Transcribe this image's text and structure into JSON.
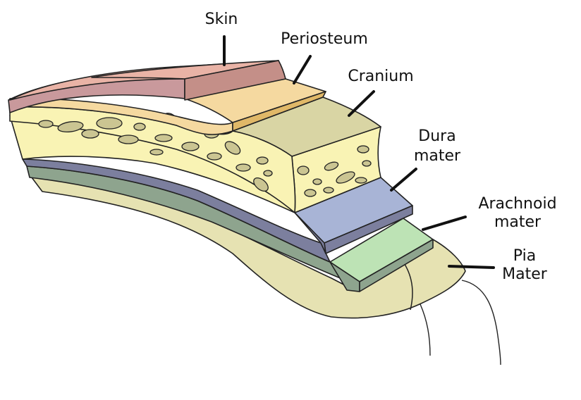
{
  "diagram": {
    "labels": {
      "skin": "Skin",
      "periosteum": "Periosteum",
      "cranium": "Cranium",
      "dura_line1": "Dura",
      "dura_line2": "mater",
      "arachnoid_line1": "Arachnoid",
      "arachnoid_line2": "mater",
      "pia_line1": "Pia",
      "pia_line2": "Mater"
    },
    "colors": {
      "skin_top": "#e9b3a6",
      "skin_side": "#c48f88",
      "skin_back": "#c9999c",
      "periosteum": "#f5d9a0",
      "periosteum_band": "#e0b868",
      "cranium_top": "#d9d5a4",
      "cranium_side": "#f9f3b4",
      "bone_cell": "#cbc592",
      "dura_top": "#a8b4d6",
      "dura_side": "#7c7f9e",
      "arachnoid_top": "#bde3b5",
      "arachnoid_side": "#8ea48e",
      "pia": "#e9e3b6",
      "brain": "#e6e2b2",
      "outline": "#222222",
      "text": "#111111"
    }
  }
}
